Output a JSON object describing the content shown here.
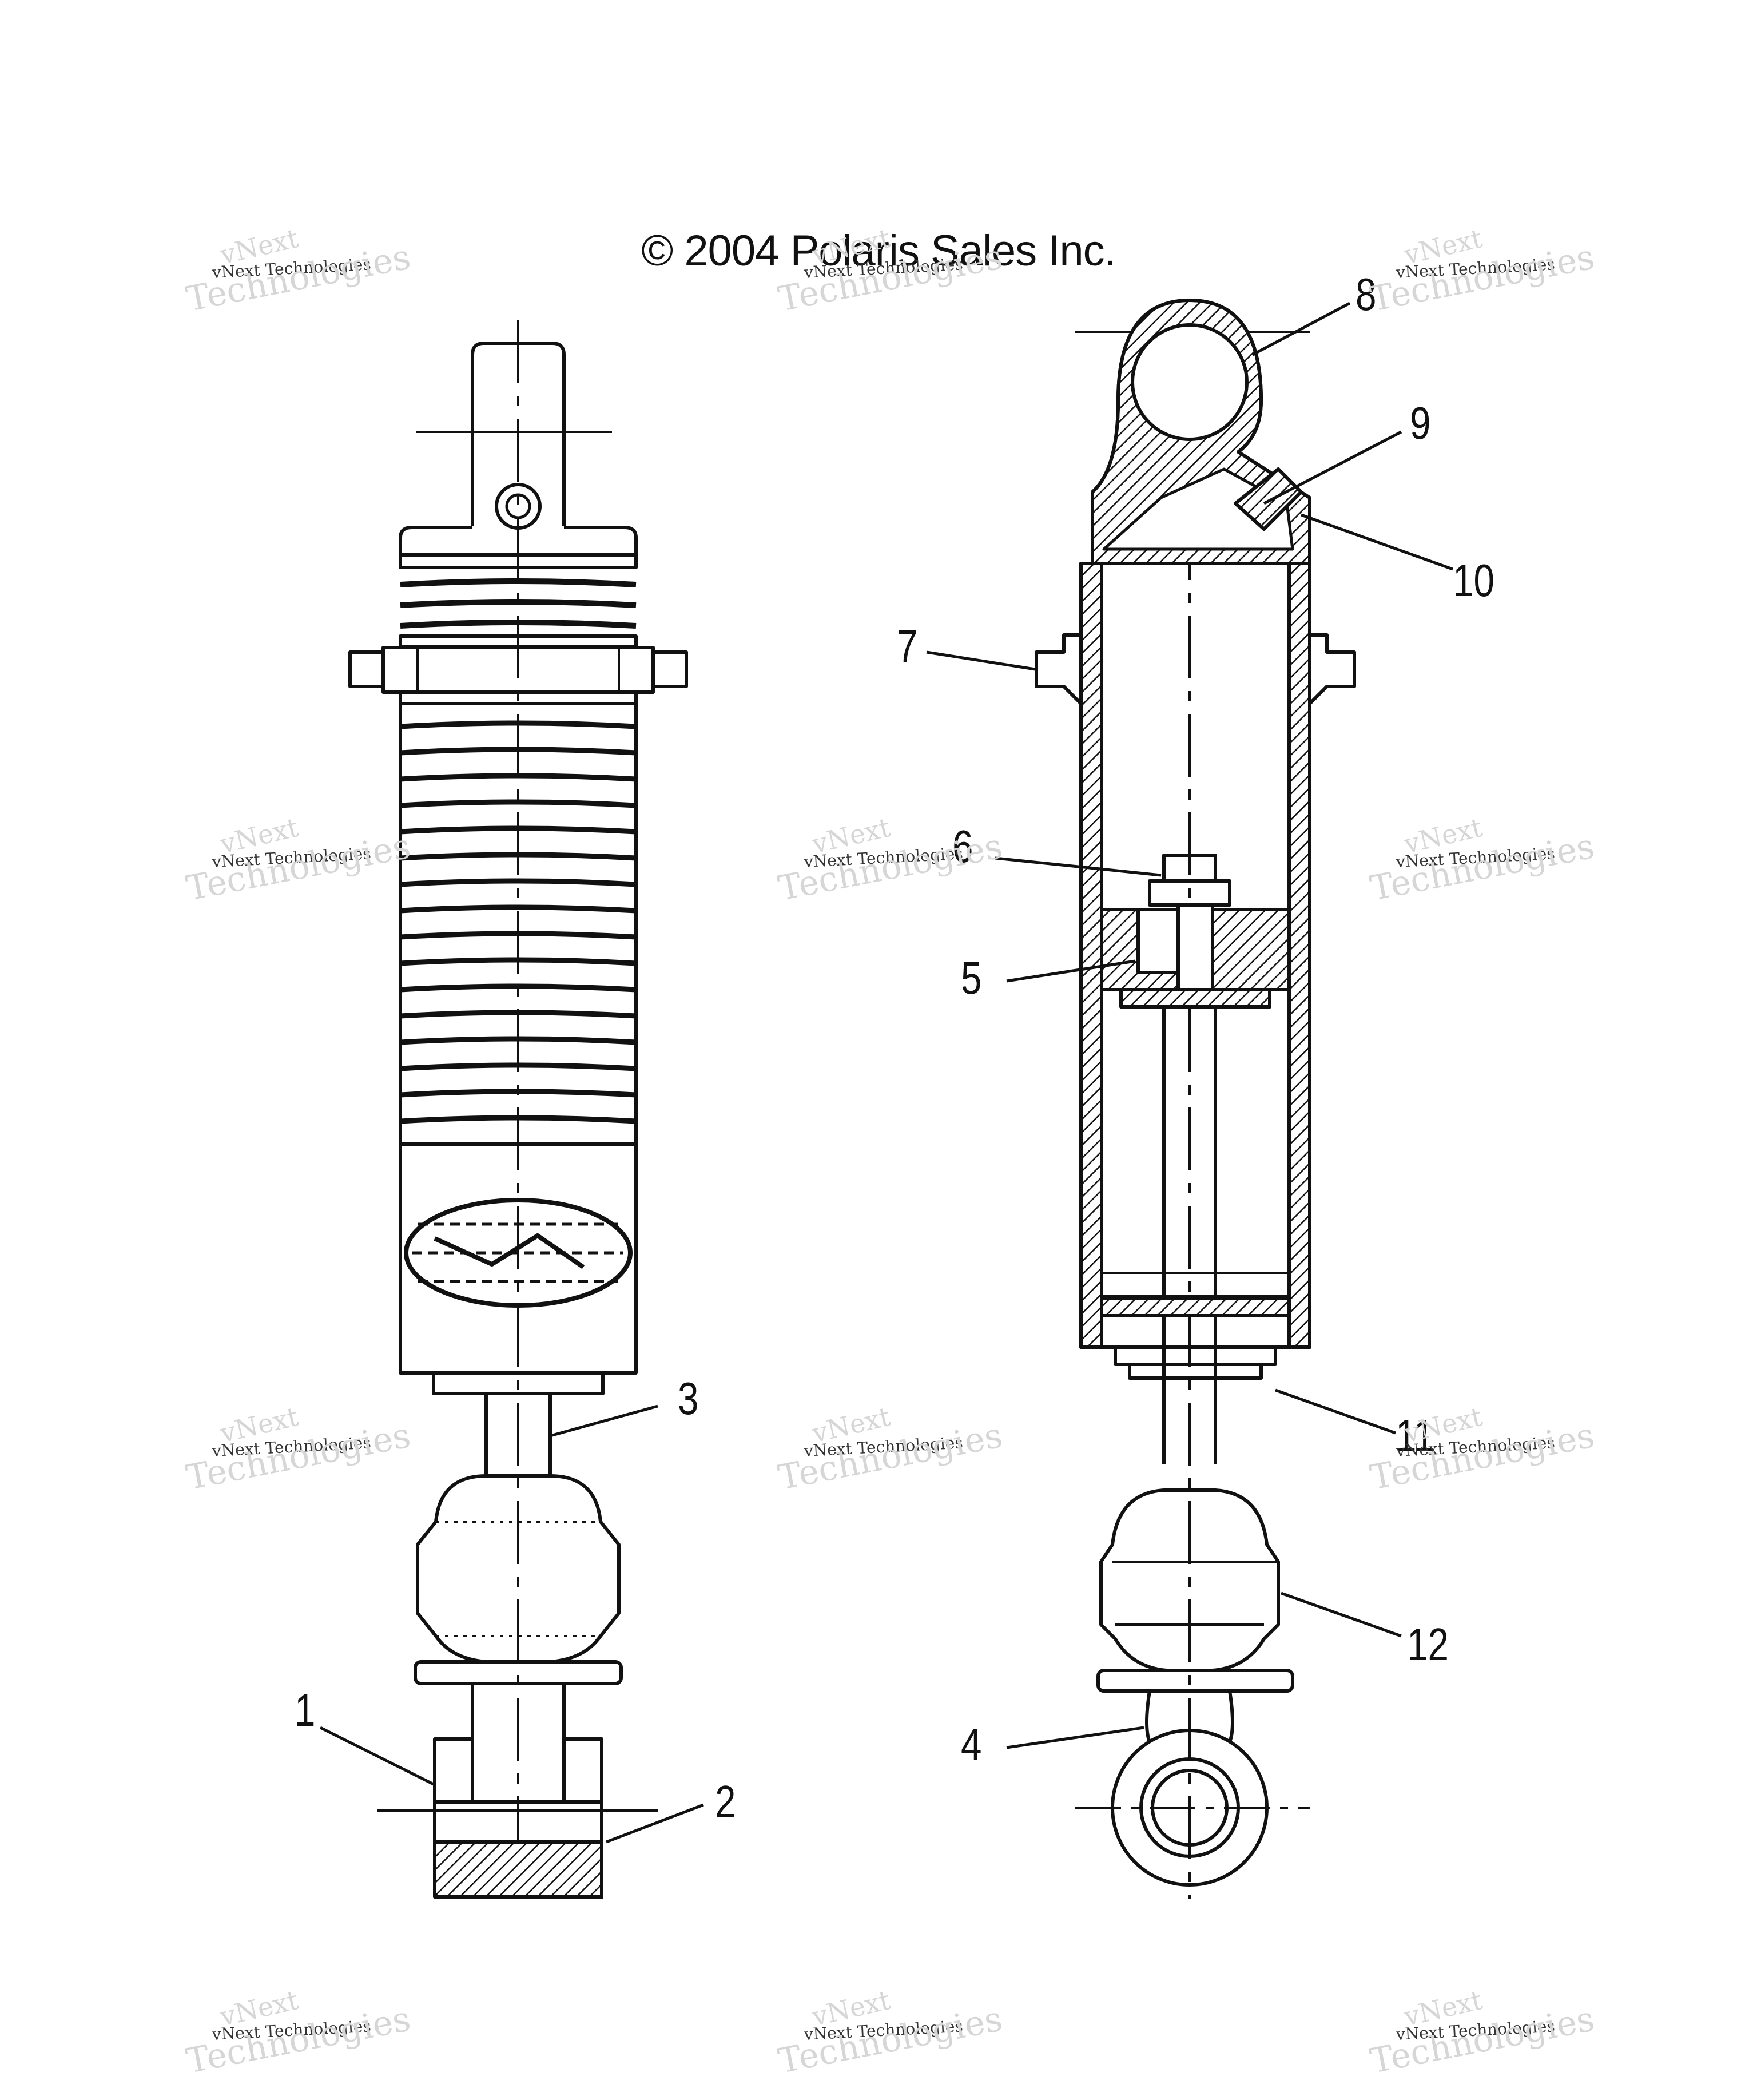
{
  "copyright": "© 2004 Polaris Sales Inc.",
  "watermark": {
    "line1": "vNext",
    "line2": "vNext Technologies",
    "line3": "Technologies"
  },
  "callouts": [
    {
      "id": "1",
      "label": "1"
    },
    {
      "id": "2",
      "label": "2"
    },
    {
      "id": "3",
      "label": "3"
    },
    {
      "id": "4",
      "label": "4"
    },
    {
      "id": "5",
      "label": "5"
    },
    {
      "id": "6",
      "label": "6"
    },
    {
      "id": "7",
      "label": "7"
    },
    {
      "id": "8",
      "label": "8"
    },
    {
      "id": "9",
      "label": "9"
    },
    {
      "id": "10",
      "label": "10"
    },
    {
      "id": "11",
      "label": "11"
    },
    {
      "id": "12",
      "label": "12"
    }
  ],
  "colors": {
    "line": "#111111",
    "watermark": "#d6d6d6"
  }
}
